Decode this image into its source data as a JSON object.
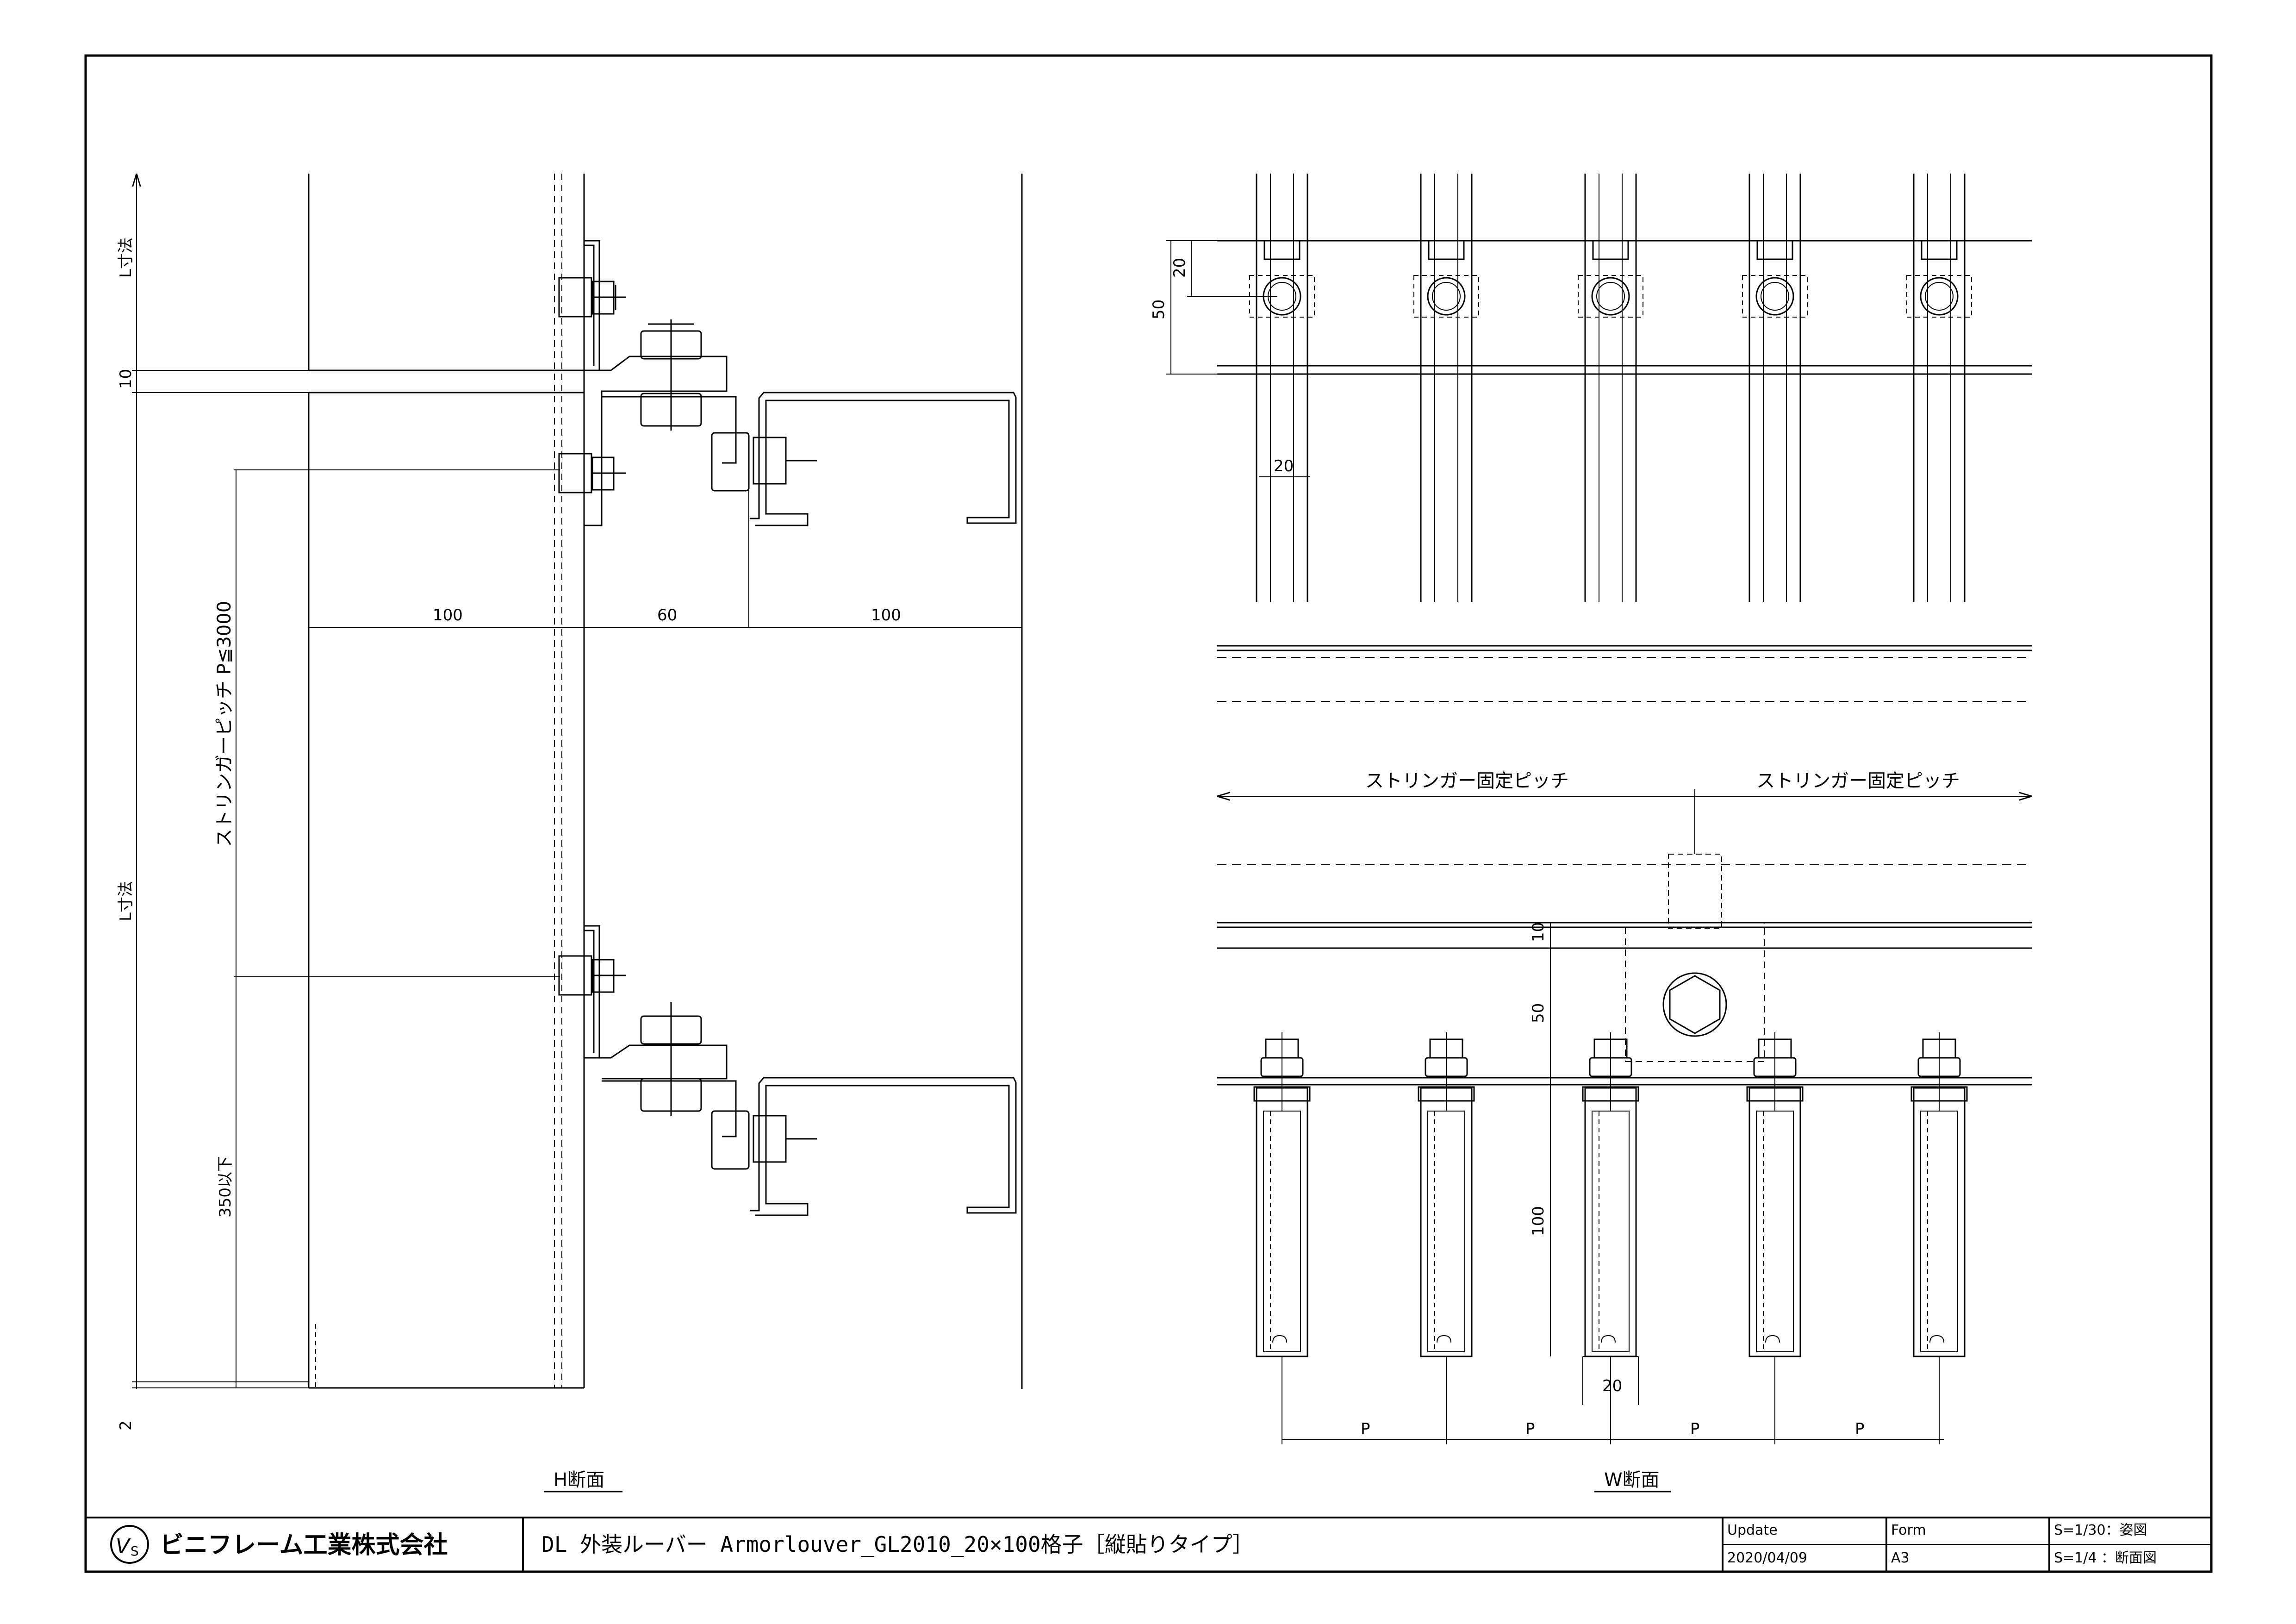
{
  "title_block": {
    "company": "ビニフレーム工業株式会社",
    "drawing_title": "DL 外装ルーバー Armorlouver_GL2010_20×100格子［縦貼りタイプ］",
    "update_label": "Update",
    "update_date": "2020/04/09",
    "form_label": "Form",
    "form_value": "A3",
    "scale_1": "S=1/30：姿図",
    "scale_2": "S=1/4 ：断面図"
  },
  "h_section": {
    "caption": "H断面",
    "dim_l_top": "L寸法",
    "dim_10": "10",
    "dim_l_mid": "L寸法",
    "dim_2": "2",
    "dim_pitch": "ストリンガーピッチ P≦3000",
    "dim_350": "350以下",
    "dim_100a": "100",
    "dim_60": "60",
    "dim_100b": "100"
  },
  "w_section": {
    "caption": "W断面",
    "dim_20_top": "20",
    "dim_50_top": "50",
    "dim_20_mid": "20",
    "pitch_label_left": "ストリンガー固定ピッチ",
    "pitch_label_right": "ストリンガー固定ピッチ",
    "dim_10": "10",
    "dim_50": "50",
    "dim_100": "100",
    "dim_20_bottom": "20",
    "p_labels": [
      "P",
      "P",
      "P",
      "P"
    ]
  }
}
